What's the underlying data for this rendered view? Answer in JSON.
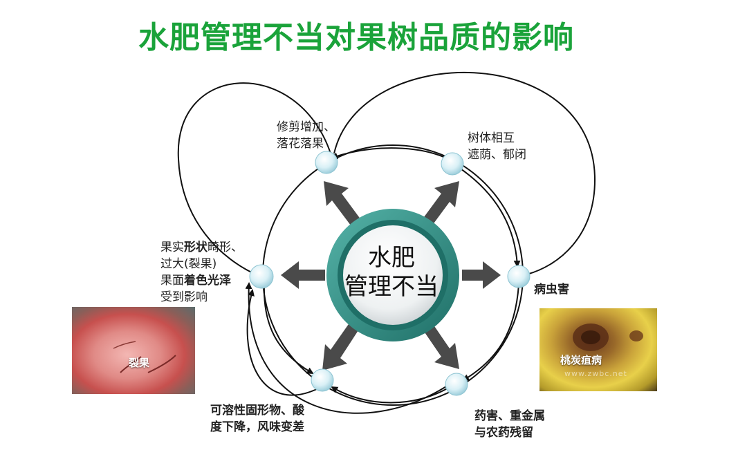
{
  "title": "水肥管理不当对果树品质的影响",
  "center": {
    "line1": "水肥",
    "line2": "管理不当"
  },
  "nodes": {
    "top_left": {
      "line1": "修剪增加、",
      "line2": "落花落果"
    },
    "top_right": {
      "line1": "树体相互",
      "line2": "遮荫、郁闭"
    },
    "left": {
      "l1a": "果实",
      "l1b": "形状",
      "l1c": "畸形、",
      "l2": "过大(裂果)",
      "l3a": "果面",
      "l3b": "着色光泽",
      "l4": "受到影响"
    },
    "right": {
      "text": "病虫害"
    },
    "bottom_left": {
      "line1": "可溶性固形物、酸",
      "line2": "度下降，风味变差"
    },
    "bottom_right": {
      "line1": "药害、重金属",
      "line2": "与农药残留"
    }
  },
  "photos": {
    "left": {
      "caption": "裂果"
    },
    "right": {
      "caption": "桃炭疽病",
      "watermark": "www.zwbc.net"
    }
  },
  "colors": {
    "title_green": "#1aa33a",
    "ring_teal": "#2f8f86",
    "node_fill": "#cfeaf2",
    "arrow_gray": "#555555"
  }
}
